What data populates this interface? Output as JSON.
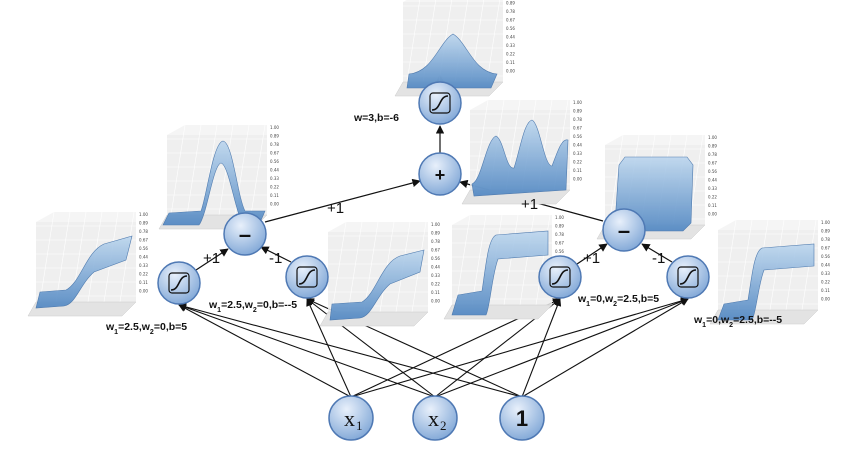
{
  "inputs": {
    "x1": {
      "base": "x",
      "sub": "1"
    },
    "x2": {
      "base": "x",
      "sub": "2"
    },
    "bias": "1"
  },
  "operators": {
    "minus_left": "–",
    "minus_right": "–",
    "plus_top": "+"
  },
  "edge_weights": {
    "to_minus_left_a": "+1",
    "to_minus_left_b": "-1",
    "to_minus_right_a": "+1",
    "to_minus_right_b": "-1",
    "minus_left_to_plus": "+1",
    "minus_right_to_plus": "+1"
  },
  "params": {
    "sig1": {
      "w1": "2.5",
      "w2": "0",
      "b": "5"
    },
    "sig2": {
      "w1": "2.5",
      "w2": "0",
      "b": "--5"
    },
    "sig3": {
      "w1": "0",
      "w2": "2.5",
      "b": "5"
    },
    "sig4": {
      "w1": "0",
      "w2": "2.5",
      "b": "--5"
    },
    "top": "w=3,b=-6"
  },
  "plot_ticks": [
    "1.00",
    "0.89",
    "0.78",
    "0.67",
    "0.56",
    "0.44",
    "0.33",
    "0.22",
    "0.11",
    "0.00"
  ],
  "colors": {
    "node_fill_light": "#dce8f7",
    "node_fill_dark": "#7fa6d6",
    "node_stroke": "#4f79b4",
    "surface": "#6fa3d4"
  },
  "icons": {
    "sigmoid": "sigmoid-activation-icon",
    "plot": "3d-surface-plot-icon"
  }
}
